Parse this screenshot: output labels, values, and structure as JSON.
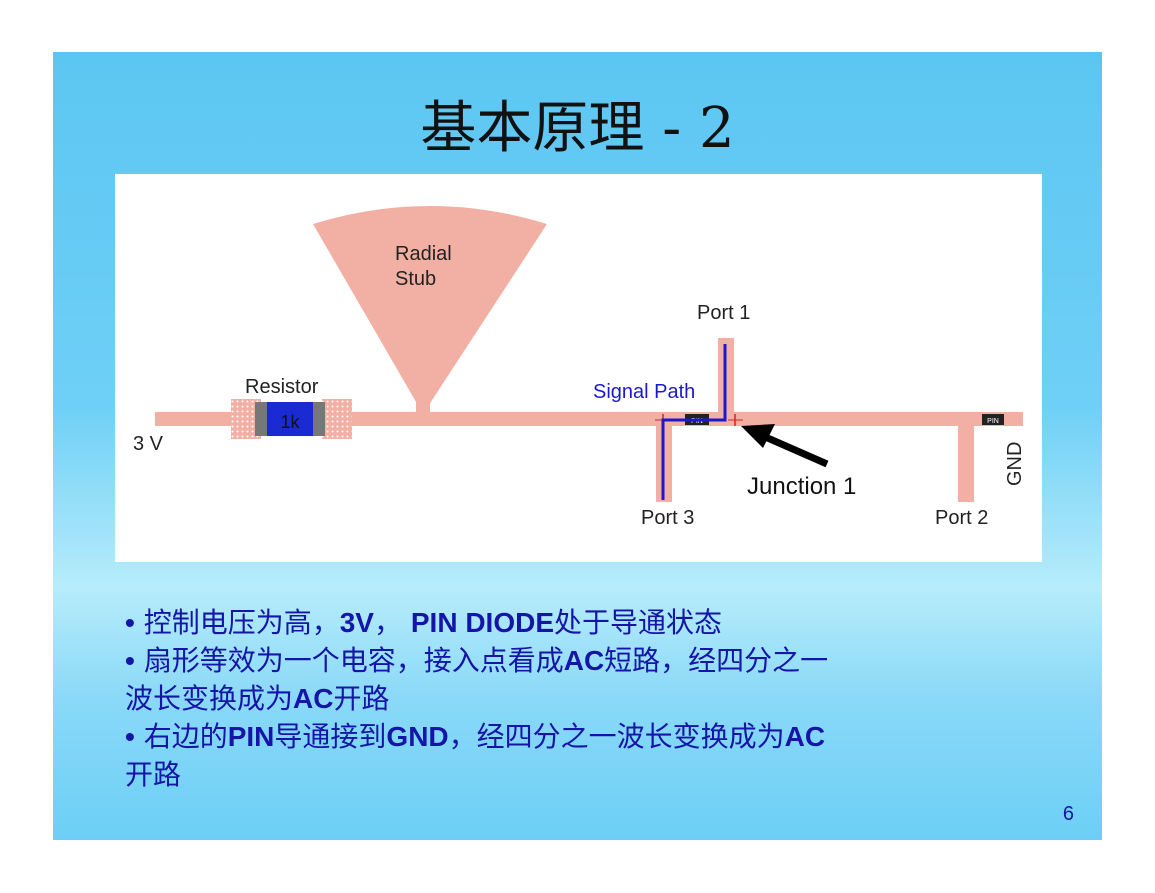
{
  "slide": {
    "title": "基本原理 - 2",
    "page_number": "6"
  },
  "figure": {
    "labels": {
      "radial_stub_line1": "Radial",
      "radial_stub_line2": "Stub",
      "port1": "Port 1",
      "port2": "Port 2",
      "port3": "Port 3",
      "resistor": "Resistor",
      "resistor_value": "1k",
      "signal_path": "Signal Path",
      "junction": "Junction 1",
      "voltage": "3 V",
      "gnd": "GND",
      "pin_small_1": "PIN",
      "pin_small_2": "PIN"
    },
    "colors": {
      "trace": "#f2b0a4",
      "signal_path": "#1a1acc",
      "resistor_body": "#1a2bd4"
    }
  },
  "bullets": [
    {
      "bullet": "•",
      "parts": [
        {
          "text": " 控制电压为高，",
          "bold": false
        },
        {
          "text": "3V",
          "bold": true
        },
        {
          "text": "， ",
          "bold": false
        },
        {
          "text": "PIN DIODE",
          "bold": true
        },
        {
          "text": "处于导通状态",
          "bold": false
        }
      ]
    },
    {
      "bullet": "•",
      "parts": [
        {
          "text": " 扇形等效为一个电容，接入点看成",
          "bold": false
        },
        {
          "text": "AC",
          "bold": true
        },
        {
          "text": "短路，经四分之一",
          "bold": false
        },
        {
          "text": "波长变换成为",
          "bold": false
        },
        {
          "text": "AC",
          "bold": true
        },
        {
          "text": "开路",
          "bold": false
        }
      ]
    },
    {
      "bullet": "•",
      "parts": [
        {
          "text": " 右边的",
          "bold": false
        },
        {
          "text": "PIN",
          "bold": true
        },
        {
          "text": "导通接到",
          "bold": false
        },
        {
          "text": "GND",
          "bold": true
        },
        {
          "text": "，经四分之一波长变换成为",
          "bold": false
        },
        {
          "text": "AC",
          "bold": true
        },
        {
          "text": "开路",
          "bold": false
        }
      ]
    }
  ]
}
